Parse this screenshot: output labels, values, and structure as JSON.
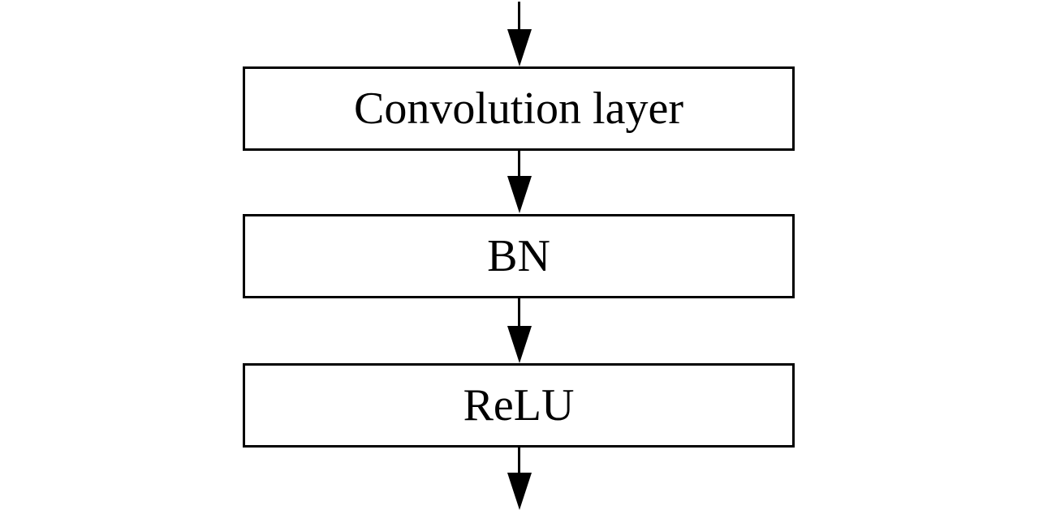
{
  "diagram": {
    "type": "flowchart",
    "direction": "top-to-bottom",
    "nodes": [
      {
        "id": "conv",
        "label": "Convolution layer"
      },
      {
        "id": "bn",
        "label": "BN"
      },
      {
        "id": "relu",
        "label": "ReLU"
      }
    ],
    "edges": [
      {
        "from": "input",
        "to": "conv",
        "style": "arrow-down"
      },
      {
        "from": "conv",
        "to": "bn",
        "style": "arrow-down"
      },
      {
        "from": "bn",
        "to": "relu",
        "style": "arrow-down"
      },
      {
        "from": "relu",
        "to": "output",
        "style": "arrow-down"
      }
    ],
    "colors": {
      "stroke": "#000000",
      "fill": "#ffffff",
      "text": "#000000",
      "background": "#ffffff"
    }
  }
}
